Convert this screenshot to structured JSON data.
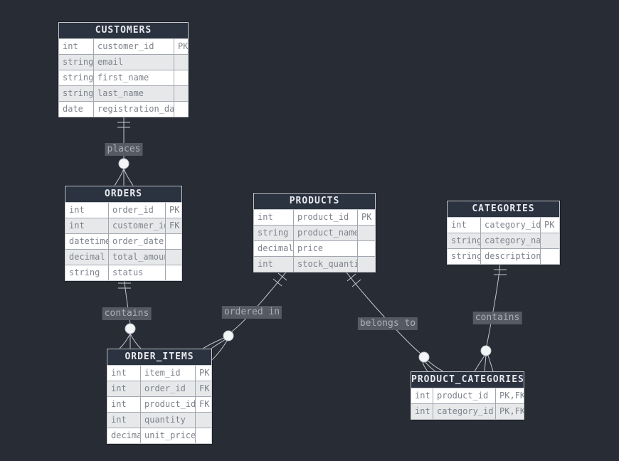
{
  "colors": {
    "canvas_bg": "#282c34",
    "entity_header_bg": "#2c3340",
    "entity_header_text": "#e6e9ed",
    "row_bg": "#ffffff",
    "row_alt_bg": "#e7e8ea",
    "cell_text": "#7e838c",
    "wire": "#c3c8d0",
    "rel_label_bg": "#555a63",
    "rel_label_text": "#a9afb9"
  },
  "tables": {
    "customers": {
      "title": "CUSTOMERS",
      "rows": [
        {
          "type": "int",
          "name": "customer_id",
          "key": "PK"
        },
        {
          "type": "string",
          "name": "email",
          "key": ""
        },
        {
          "type": "string",
          "name": "first_name",
          "key": ""
        },
        {
          "type": "string",
          "name": "last_name",
          "key": ""
        },
        {
          "type": "date",
          "name": "registration_date",
          "key": ""
        }
      ]
    },
    "orders": {
      "title": "ORDERS",
      "rows": [
        {
          "type": "int",
          "name": "order_id",
          "key": "PK"
        },
        {
          "type": "int",
          "name": "customer_id",
          "key": "FK"
        },
        {
          "type": "datetime",
          "name": "order_date",
          "key": ""
        },
        {
          "type": "decimal",
          "name": "total_amount",
          "key": ""
        },
        {
          "type": "string",
          "name": "status",
          "key": ""
        }
      ]
    },
    "products": {
      "title": "PRODUCTS",
      "rows": [
        {
          "type": "int",
          "name": "product_id",
          "key": "PK"
        },
        {
          "type": "string",
          "name": "product_name",
          "key": ""
        },
        {
          "type": "decimal",
          "name": "price",
          "key": ""
        },
        {
          "type": "int",
          "name": "stock_quantity",
          "key": ""
        }
      ]
    },
    "categories": {
      "title": "CATEGORIES",
      "rows": [
        {
          "type": "int",
          "name": "category_id",
          "key": "PK"
        },
        {
          "type": "string",
          "name": "category_name",
          "key": ""
        },
        {
          "type": "string",
          "name": "description",
          "key": ""
        }
      ]
    },
    "order_items": {
      "title": "ORDER_ITEMS",
      "rows": [
        {
          "type": "int",
          "name": "item_id",
          "key": "PK"
        },
        {
          "type": "int",
          "name": "order_id",
          "key": "FK"
        },
        {
          "type": "int",
          "name": "product_id",
          "key": "FK"
        },
        {
          "type": "int",
          "name": "quantity",
          "key": ""
        },
        {
          "type": "decimal",
          "name": "unit_price",
          "key": ""
        }
      ]
    },
    "product_categories": {
      "title": "PRODUCT_CATEGORIES",
      "rows": [
        {
          "type": "int",
          "name": "product_id",
          "key": "PK,FK"
        },
        {
          "type": "int",
          "name": "category_id",
          "key": "PK,FK"
        }
      ]
    }
  },
  "relationships": {
    "places": {
      "label": "places",
      "from": "CUSTOMERS",
      "to": "ORDERS",
      "from_cardinality": "one",
      "to_cardinality": "zero-or-many"
    },
    "contains_orders": {
      "label": "contains",
      "from": "ORDERS",
      "to": "ORDER_ITEMS",
      "from_cardinality": "one",
      "to_cardinality": "zero-or-many"
    },
    "ordered_in": {
      "label": "ordered in",
      "from": "PRODUCTS",
      "to": "ORDER_ITEMS",
      "from_cardinality": "one",
      "to_cardinality": "zero-or-many"
    },
    "belongs_to": {
      "label": "belongs to",
      "from": "PRODUCTS",
      "to": "PRODUCT_CATEGORIES",
      "from_cardinality": "one",
      "to_cardinality": "zero-or-many"
    },
    "contains_categories": {
      "label": "contains",
      "from": "CATEGORIES",
      "to": "PRODUCT_CATEGORIES",
      "from_cardinality": "one",
      "to_cardinality": "zero-or-many"
    }
  }
}
